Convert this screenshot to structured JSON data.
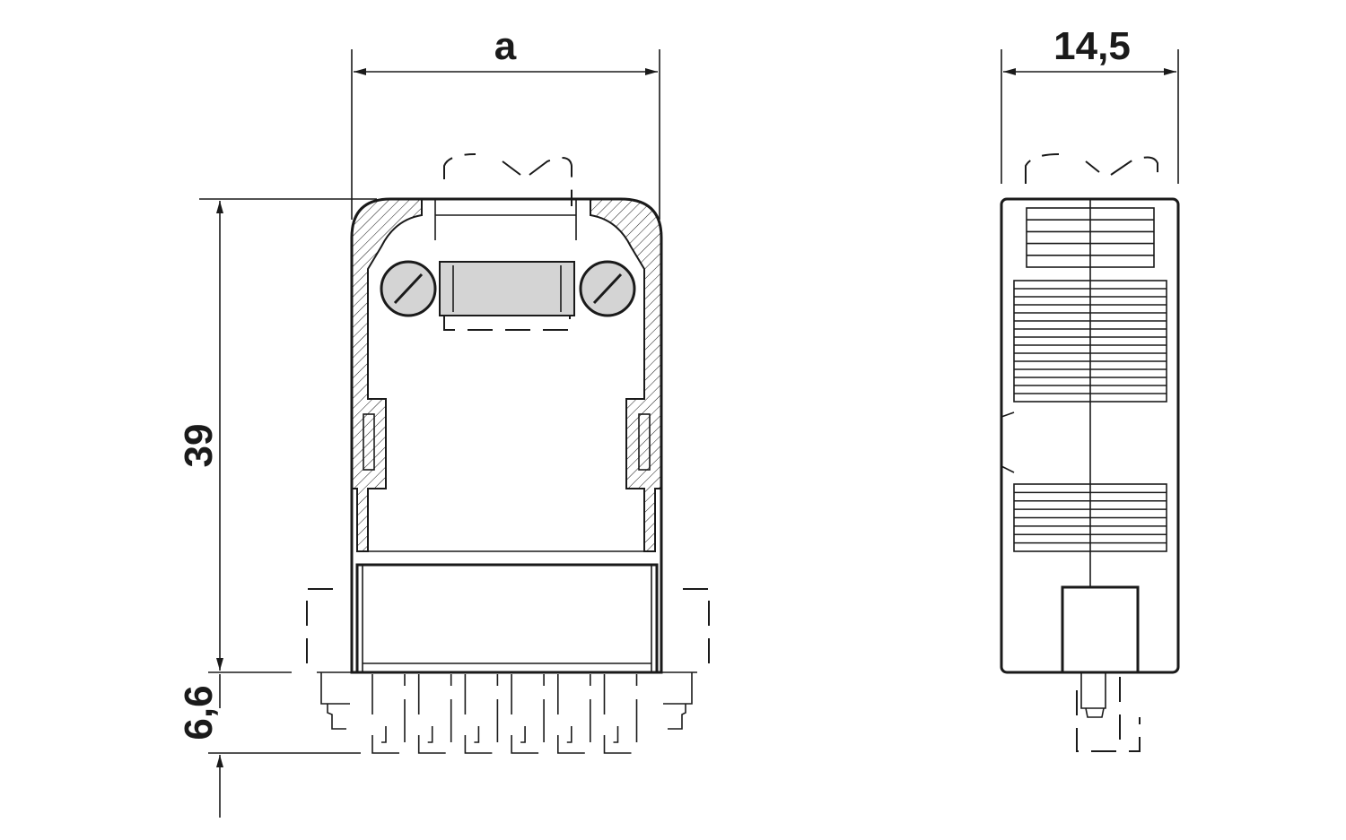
{
  "dimensions": {
    "width_label": "a",
    "depth_label": "14,5",
    "height_label": "39",
    "pin_length_label": "6,6"
  },
  "drawing": {
    "front_pin_count": 6,
    "screw_fill": "#d4d4d4"
  }
}
